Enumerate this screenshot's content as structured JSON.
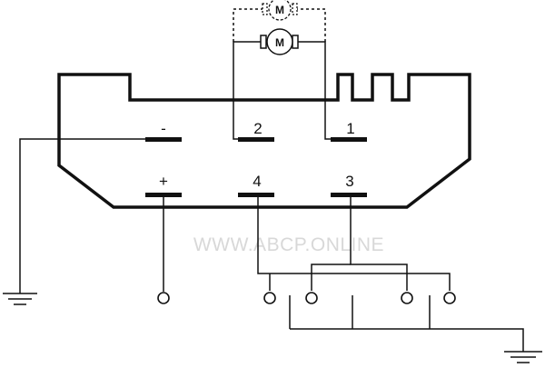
{
  "watermark": "WWW.ABCP.ONLINE",
  "connector": {
    "pins": {
      "minus": "-",
      "plus": "+",
      "p1": "1",
      "p2": "2",
      "p3": "3",
      "p4": "4"
    }
  },
  "motor": {
    "symbol": "M",
    "alt_symbol": "M"
  },
  "colors": {
    "line": "#111111",
    "watermark": "#d8d8d8",
    "background": "#ffffff"
  },
  "icons": {
    "ground": "ground-icon",
    "terminal": "terminal-icon",
    "motor": "motor-icon"
  }
}
